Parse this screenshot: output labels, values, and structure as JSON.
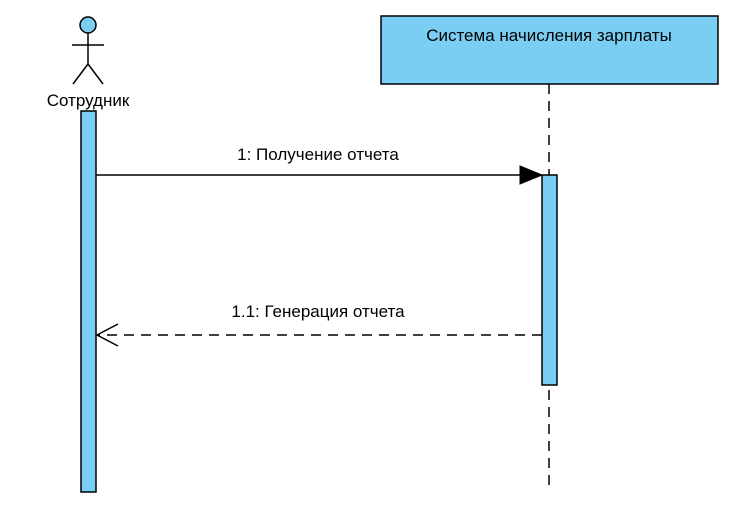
{
  "diagram": {
    "type": "uml-sequence",
    "colors": {
      "fill": "#7acef4",
      "stroke": "#000000",
      "background": "#ffffff"
    },
    "actor": {
      "name": "Сотрудник",
      "icon": "stick-figure-icon"
    },
    "system": {
      "name": "Система начисления зарплаты"
    },
    "messages": [
      {
        "label": "1: Получение отчета",
        "kind": "synchronous-call"
      },
      {
        "label": "1.1: Генерация отчета",
        "kind": "return"
      }
    ]
  }
}
